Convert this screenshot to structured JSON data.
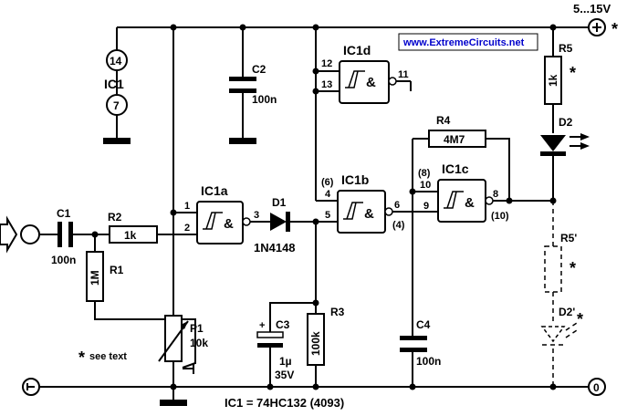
{
  "supply_label": "5...15V",
  "asterisk": "*",
  "website": "www.ExtremeCircuits.net",
  "ic1": {
    "name": "IC1",
    "pin_vcc": "14",
    "pin_gnd": "7"
  },
  "ic_note": "IC1 = 74HC132 (4093)",
  "see_text": "see text",
  "ground_terminal": "0",
  "gates": {
    "a": {
      "name": "IC1a",
      "symbol": "&",
      "pin_in1": "1",
      "pin_in2": "2",
      "pin_out": "3"
    },
    "b": {
      "name": "IC1b",
      "symbol": "&",
      "pin_in1": "4",
      "pin_in1_alt": "(6)",
      "pin_in2": "5",
      "pin_out": "6",
      "pin_out_alt": "(4)"
    },
    "c": {
      "name": "IC1c",
      "symbol": "&",
      "pin_in1": "10",
      "pin_in1_alt": "(8)",
      "pin_in2": "9",
      "pin_out": "8",
      "pin_out_alt": "(10)"
    },
    "d": {
      "name": "IC1d",
      "symbol": "&",
      "pin_in1": "12",
      "pin_in2": "13",
      "pin_out": "11"
    }
  },
  "components": {
    "c1": {
      "name": "C1",
      "value": "100n"
    },
    "c2": {
      "name": "C2",
      "value": "100n"
    },
    "c3": {
      "name": "C3",
      "value": "1µ",
      "value2": "35V"
    },
    "c4": {
      "name": "C4",
      "value": "100n"
    },
    "r1": {
      "name": "R1",
      "value": "1M"
    },
    "r2": {
      "name": "R2",
      "value": "1k"
    },
    "r3": {
      "name": "R3",
      "value": "100k"
    },
    "r4": {
      "name": "R4",
      "value": "4M7"
    },
    "r5": {
      "name": "R5",
      "value": "1k"
    },
    "r5p": {
      "name": "R5'"
    },
    "d1": {
      "name": "D1",
      "value": "1N4148"
    },
    "d2": {
      "name": "D2"
    },
    "d2p": {
      "name": "D2'"
    },
    "p1": {
      "name": "P1",
      "value": "10k"
    }
  }
}
